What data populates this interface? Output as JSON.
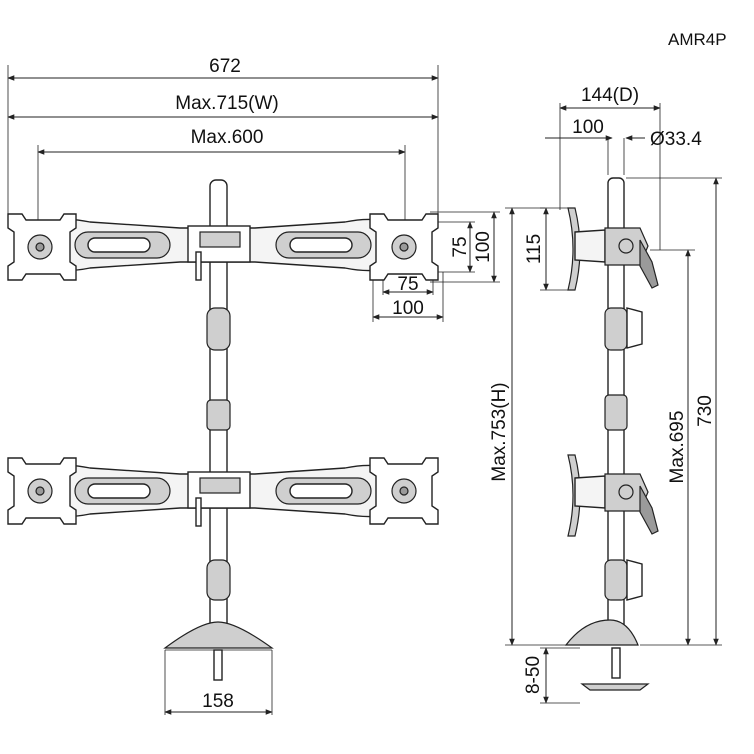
{
  "model": "AMR4P",
  "front_view": {
    "overall_width": "672",
    "max_width": "Max.715(W)",
    "max_span": "Max.600",
    "vesa_v_small": "75",
    "vesa_v_large": "100",
    "vesa_h_small": "75",
    "vesa_h_large": "100",
    "base_width": "158"
  },
  "side_view": {
    "depth": "144(D)",
    "offset": "100",
    "pole_diameter": "Ø33.4",
    "plate_height": "115",
    "max_height": "Max.753(H)",
    "max_arm_height": "Max.695",
    "pole_height": "730",
    "desk_thickness": "8-50"
  }
}
